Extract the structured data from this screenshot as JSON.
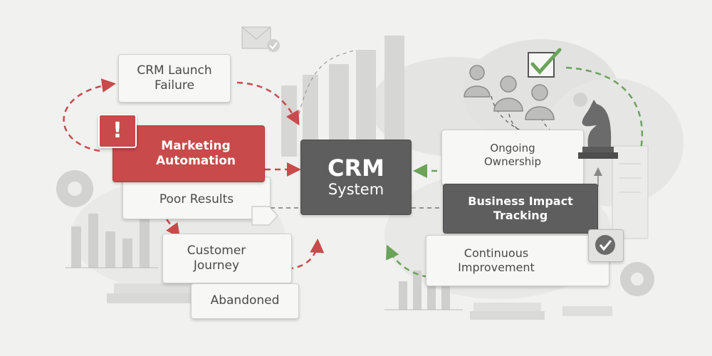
{
  "nodes": {
    "crm_launch_failure": "CRM Launch\nFailure",
    "marketing_automation": "Marketing\nAutomation",
    "poor_results": "Poor Results",
    "customer_journey": "Customer\nJourney",
    "abandoned": "Abandoned",
    "crm_system_title": "CRM",
    "crm_system_sub": "System",
    "ongoing_ownership": "Ongoing\nOwnership",
    "business_impact_tracking": "Business Impact\nTracking",
    "continuous_improvement": "Continuous\nImprovement"
  },
  "colors": {
    "failure_red": "#c84a4a",
    "success_green": "#6aa35a",
    "system_dark": "#5e5e5e"
  },
  "icons": [
    "warning-icon",
    "email-icon",
    "people-icon",
    "checkbox-check-icon",
    "chess-knight-icon",
    "gear-icon",
    "bar-chart-icon",
    "check-badge-icon"
  ]
}
